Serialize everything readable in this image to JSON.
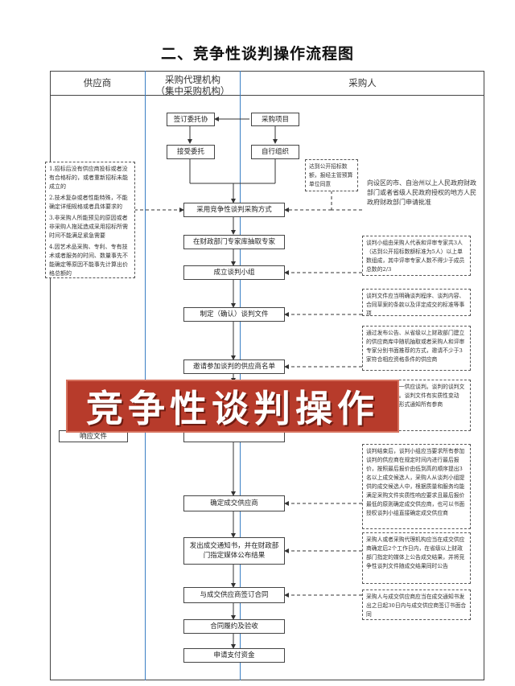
{
  "title": "二、竞争性谈判操作流程图",
  "columns": {
    "supplier": "供应商",
    "agency_line1": "采购代理机构",
    "agency_line2": "（集中采购机构）",
    "purchaser": "采购人"
  },
  "steps": {
    "sign_entrust": "签订委托协",
    "purchase_project": "采购项目",
    "accept_entrust": "接受委托",
    "self_organize": "自行组织",
    "adopt_method": "采用竞争性谈判采购方式",
    "extract_experts": "在财政部门专家库抽取专家",
    "form_group": "成立谈判小组",
    "make_doc": "制定（确认）谈判文件",
    "invite_list": "邀请参加谈判的供应商名单",
    "response_doc": "响应文件",
    "determine_supplier": "确定成交供应商",
    "notice_line1": "发出成交通知书，并在财政部",
    "notice_line2": "门指定媒体公布结果",
    "sign_contract": "与成交供应商签订合同",
    "perform": "合同履约及验收",
    "pay": "申请支付资金"
  },
  "notes": {
    "left_conditions": [
      "1.招标后没有供应商投标或者没有合格标的，或者重新招标未能成立的",
      "2.技术复杂或者性能特殊，不能确定详细规格或者具体要求的",
      "3.非采购人所能预见的原因或者非采购人拖延造成采用招标所需时间不能满足紧急需要",
      "4.因艺术品采购、专利、专有技术或者服务的时间、数量事先不能确定等原因不能事先计算出价格总额的"
    ],
    "public_bid": "达到公开招标数额，报经主管预算单位同意",
    "approval": "向设区的市、自治州以上人民政府财政部门或者省级人民政府授权的地方人民政府财政部门申请批准",
    "group_composition": "谈判小组由采购人代表和评审专家共3人（达到公开招标数额标准为5人）以上单数组成，其中评审专家人数不得少于成员总数的2/3",
    "doc_requirement": "谈判文件应当明确谈判程序、谈判内容、合同草案的条款以及评定成交的标准等事项",
    "invite_method": "通过发布公告、从省级以上财政部门建立的供应商库中随机抽取或者采购人和评审专家分别书面推荐的方式，邀请不少于3家符合相应资格条件的供应商",
    "negotiation_partial": "成员集中与单一供应谈判。谈判的谈判文件有关的信息。谈判文件有实质性变动的，谈判书面形式通知所有参商",
    "final_quote": "谈判结束后，谈判小组应当要求所有参加谈判的供应商在规定时间内进行最后报价，按照最后报价由低到高的顺序提出3名以上成交候选人，采购人从谈判小组提供的成交候选人中，根据质量和服务均能满足采购文件实质性响应要求且最后报价最低的原则确定成交供应商，也可以书面授权谈判小组直接确定成交供应商",
    "publish_result": "采购人或者采购代理机构应当在成交供应商确定后2个工作日内，在省级以上财政部门指定的媒体上公告成交结果，并将竞争性谈判文件随成交结果同时公告",
    "contract_deadline": "采购人与成交供应商应当在成交通知书发出之日起30日内与成交供应商签订书面合同"
  },
  "banner": "竞争性谈判操作"
}
